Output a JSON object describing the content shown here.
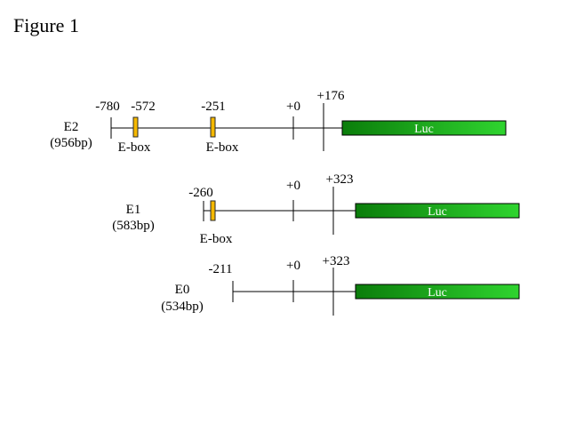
{
  "figure_title": "Figure 1",
  "constructs": [
    {
      "name": "E2",
      "length_label": "(956bp)",
      "positions": [
        "-780",
        "-572",
        "-251",
        "+0",
        "+176"
      ],
      "ebox_labels": [
        "E-box",
        "E-box"
      ],
      "reporter_label": "Luc"
    },
    {
      "name": "E1",
      "length_label": "(583bp)",
      "positions": [
        "-260",
        "+0",
        "+323"
      ],
      "ebox_labels": [
        "E-box"
      ],
      "reporter_label": "Luc"
    },
    {
      "name": "E0",
      "length_label": "(534bp)",
      "positions": [
        "-211",
        "+0",
        "+323"
      ],
      "ebox_labels": [],
      "reporter_label": "Luc"
    }
  ],
  "colors": {
    "line": "#000000",
    "ebox_fill": "#f5b800",
    "ebox_stroke": "#2a2a2a",
    "luc_dark": "#0b7d0b",
    "luc_light": "#2fd42f",
    "luc_text": "#ffffff"
  }
}
